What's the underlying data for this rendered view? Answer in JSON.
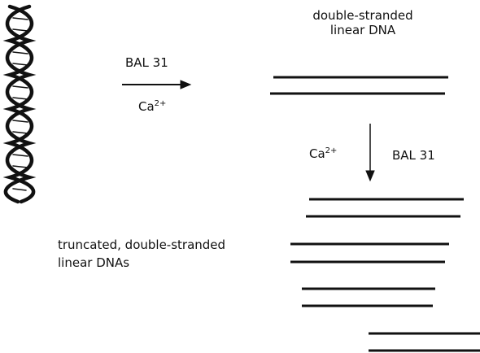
{
  "labels": {
    "top_dna": [
      "double-stranded",
      "linear DNA"
    ],
    "enzyme_horizontal": "BAL 31",
    "calcium_horizontal": {
      "base": "Ca",
      "sup": "2+"
    },
    "calcium_vertical": {
      "base": "Ca",
      "sup": "2+"
    },
    "enzyme_vertical": "BAL 31",
    "truncated_dna": [
      "truncated, double-stranded",
      "linear DNAs"
    ]
  },
  "icons": {
    "helix": "double-helix-icon",
    "arrow_right": "arrow-right-icon",
    "arrow_down": "arrow-down-icon"
  },
  "colors": {
    "ink": "#111111",
    "background": "#ffffff"
  }
}
